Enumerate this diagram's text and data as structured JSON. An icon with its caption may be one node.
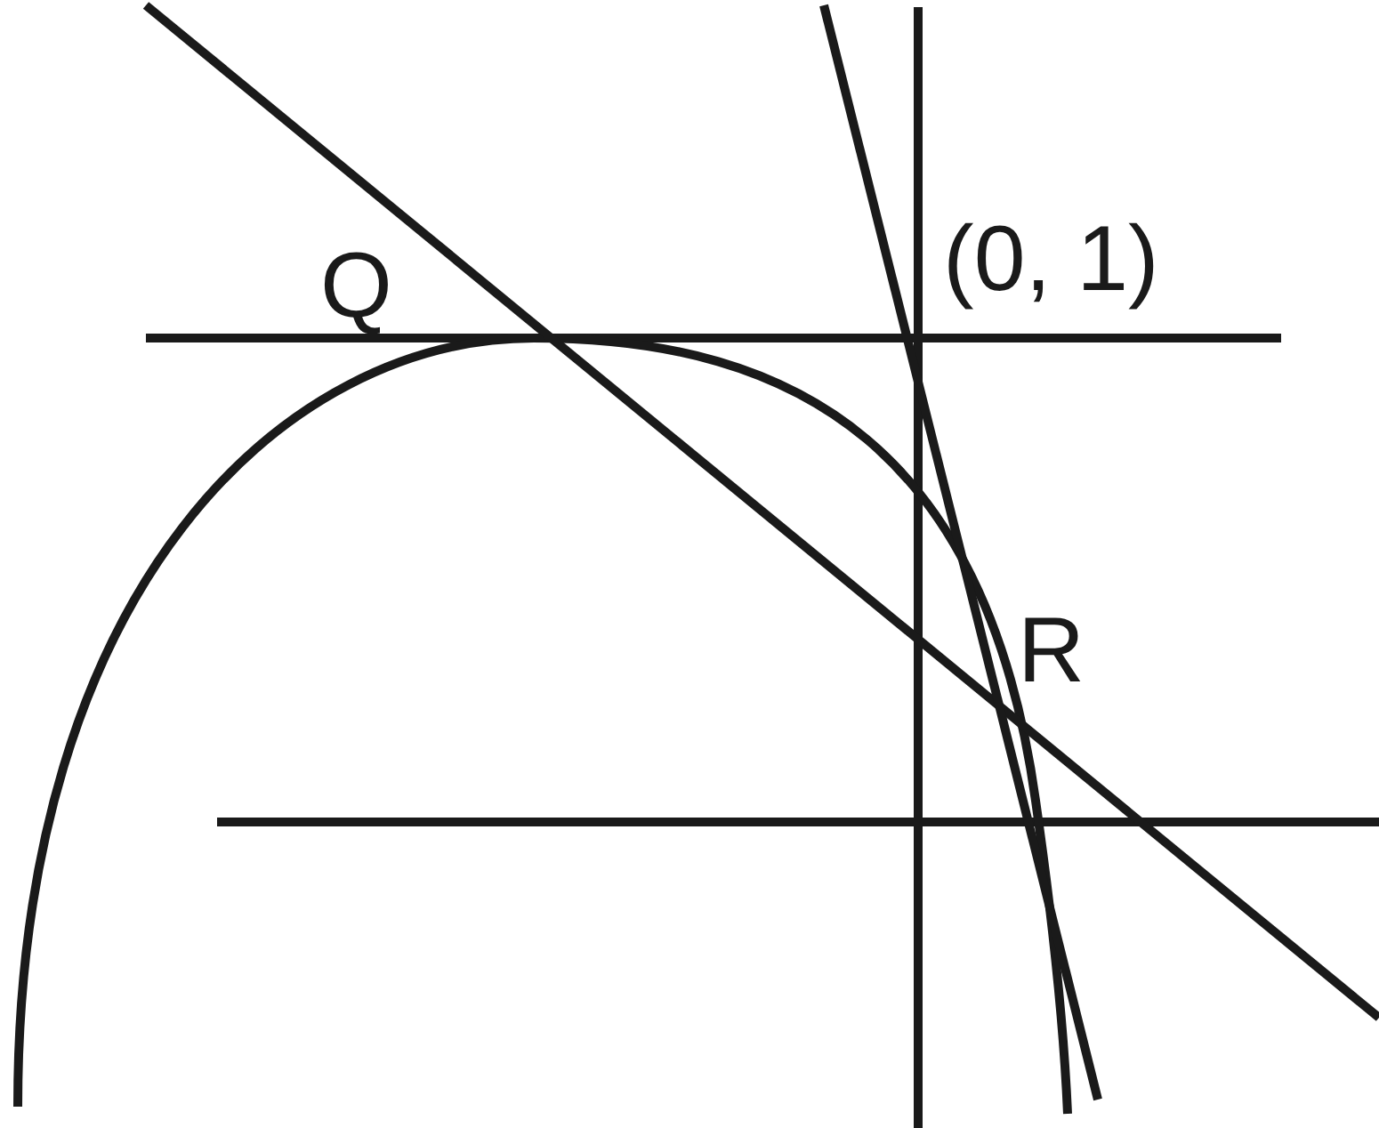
{
  "diagram": {
    "labels": [
      "Q",
      "(0, 1)",
      "R"
    ]
  }
}
